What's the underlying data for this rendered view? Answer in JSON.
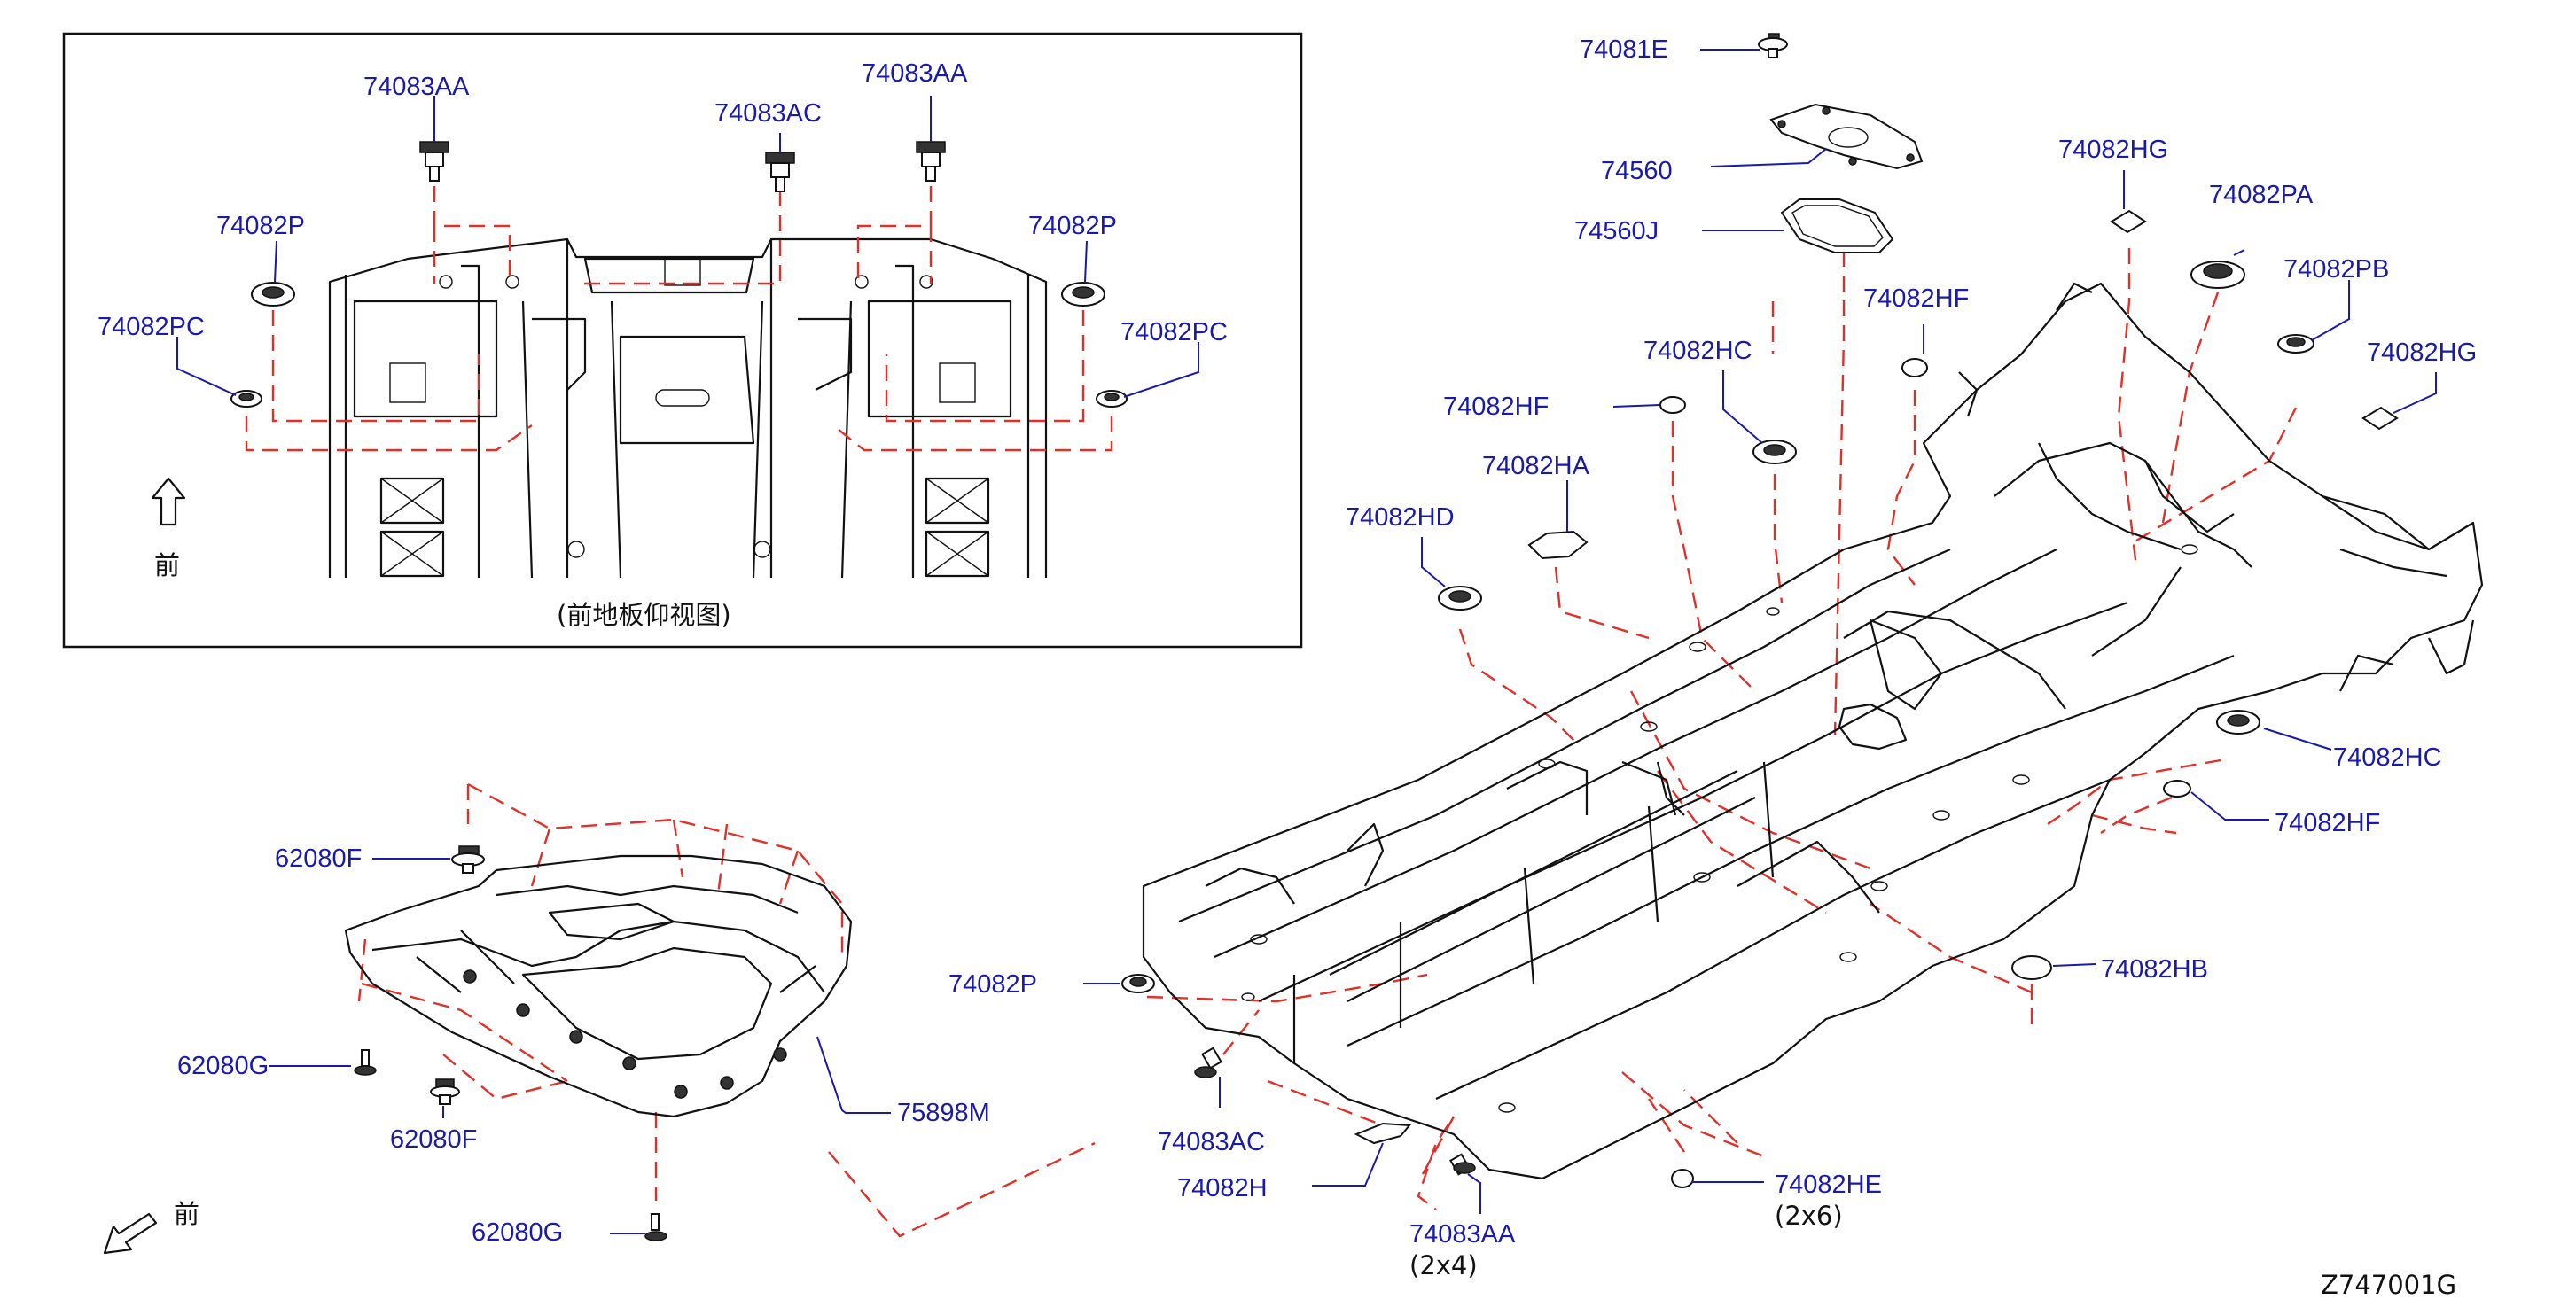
{
  "inset": {
    "caption": "(前地板仰视图)",
    "front_label": "前",
    "labels": [
      "74083AA",
      "74083AC",
      "74083AA",
      "74082P",
      "74082P",
      "74082PC",
      "74082PC"
    ]
  },
  "undercover": {
    "labels": [
      "62080F",
      "62080G",
      "62080F",
      "62080G",
      "75898M"
    ],
    "front_label": "前"
  },
  "floor": {
    "labels": [
      "74081E",
      "74560",
      "74560J",
      "74082HG",
      "74082PA",
      "74082PB",
      "74082HG",
      "74082HF",
      "74082HC",
      "74082HF",
      "74082HA",
      "74082HD",
      "74082HC",
      "74082HF",
      "74082HB",
      "74082P",
      "74083AC",
      "74082H",
      "74083AA",
      "74082HE"
    ],
    "quantity_notes": [
      "(2x4)",
      "(2x6)"
    ]
  },
  "diagram_id": "Z747001G",
  "colors": {
    "part_number": "#1a1aa8",
    "leader_dash": "#e0302a",
    "line": "#111111"
  }
}
